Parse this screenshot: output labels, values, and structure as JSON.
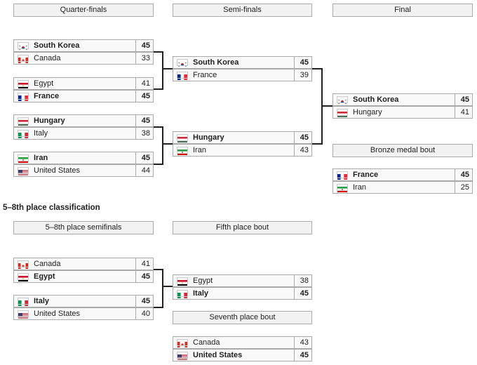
{
  "headers": {
    "qf": "Quarter-finals",
    "sf": "Semi-finals",
    "final": "Final",
    "bronze": "Bronze medal bout",
    "c58sf": "5–8th place semifinals",
    "fifth": "Fifth place bout",
    "seventh": "Seventh place bout"
  },
  "section_title": "5–8th place classification",
  "matches": {
    "qf1": [
      {
        "team": "South Korea",
        "score": "45",
        "flag": "kor",
        "win": true
      },
      {
        "team": "Canada",
        "score": "33",
        "flag": "can",
        "win": false
      }
    ],
    "qf2": [
      {
        "team": "Egypt",
        "score": "41",
        "flag": "egy",
        "win": false
      },
      {
        "team": "France",
        "score": "45",
        "flag": "fra",
        "win": true
      }
    ],
    "qf3": [
      {
        "team": "Hungary",
        "score": "45",
        "flag": "hun",
        "win": true
      },
      {
        "team": "Italy",
        "score": "38",
        "flag": "ita",
        "win": false
      }
    ],
    "qf4": [
      {
        "team": "Iran",
        "score": "45",
        "flag": "iri",
        "win": true
      },
      {
        "team": "United States",
        "score": "44",
        "flag": "usa",
        "win": false
      }
    ],
    "sf1": [
      {
        "team": "South Korea",
        "score": "45",
        "flag": "kor",
        "win": true
      },
      {
        "team": "France",
        "score": "39",
        "flag": "fra",
        "win": false
      }
    ],
    "sf2": [
      {
        "team": "Hungary",
        "score": "45",
        "flag": "hun",
        "win": true
      },
      {
        "team": "Iran",
        "score": "43",
        "flag": "iri",
        "win": false
      }
    ],
    "final": [
      {
        "team": "South Korea",
        "score": "45",
        "flag": "kor",
        "win": true
      },
      {
        "team": "Hungary",
        "score": "41",
        "flag": "hun",
        "win": false
      }
    ],
    "bronze": [
      {
        "team": "France",
        "score": "45",
        "flag": "fra",
        "win": true
      },
      {
        "team": "Iran",
        "score": "25",
        "flag": "iri",
        "win": false
      }
    ],
    "c1": [
      {
        "team": "Canada",
        "score": "41",
        "flag": "can",
        "win": false
      },
      {
        "team": "Egypt",
        "score": "45",
        "flag": "egy",
        "win": true
      }
    ],
    "c2": [
      {
        "team": "Italy",
        "score": "45",
        "flag": "ita",
        "win": true
      },
      {
        "team": "United States",
        "score": "40",
        "flag": "usa",
        "win": false
      }
    ],
    "fifth": [
      {
        "team": "Egypt",
        "score": "38",
        "flag": "egy",
        "win": false
      },
      {
        "team": "Italy",
        "score": "45",
        "flag": "ita",
        "win": true
      }
    ],
    "seventh": [
      {
        "team": "Canada",
        "score": "43",
        "flag": "can",
        "win": false
      },
      {
        "team": "United States",
        "score": "45",
        "flag": "usa",
        "win": true
      }
    ]
  }
}
